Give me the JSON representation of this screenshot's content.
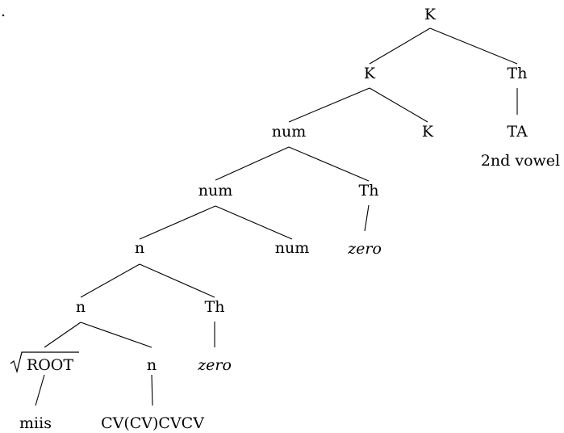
{
  "tree": {
    "marker": ".",
    "nodes": [
      {
        "id": "k_top",
        "label": "K"
      },
      {
        "id": "k_mid",
        "label": "K"
      },
      {
        "id": "th_top",
        "label": "Th"
      },
      {
        "id": "ta",
        "label": "TA"
      },
      {
        "id": "vowel",
        "label": "2nd vowel"
      },
      {
        "id": "num_top",
        "label": "num"
      },
      {
        "id": "k_low",
        "label": "K"
      },
      {
        "id": "num_mid",
        "label": "num"
      },
      {
        "id": "th_mid",
        "label": "Th"
      },
      {
        "id": "zero_mid",
        "label": "zero",
        "italic": true
      },
      {
        "id": "n_top",
        "label": "n"
      },
      {
        "id": "num_low",
        "label": "num"
      },
      {
        "id": "n_mid",
        "label": "n"
      },
      {
        "id": "th_low",
        "label": "Th"
      },
      {
        "id": "zero_low",
        "label": "zero",
        "italic": true
      },
      {
        "id": "root",
        "label": "ROOT",
        "radical": true
      },
      {
        "id": "n_low",
        "label": "n"
      },
      {
        "id": "miis",
        "label": "miis"
      },
      {
        "id": "cv",
        "label": "CV(CV)CVCV"
      }
    ],
    "edges": [
      [
        "k_top",
        "k_mid"
      ],
      [
        "k_top",
        "th_top"
      ],
      [
        "th_top",
        "ta"
      ],
      [
        "k_mid",
        "num_top"
      ],
      [
        "k_mid",
        "k_low"
      ],
      [
        "num_top",
        "num_mid"
      ],
      [
        "num_top",
        "th_mid"
      ],
      [
        "th_mid",
        "zero_mid"
      ],
      [
        "num_mid",
        "n_top"
      ],
      [
        "num_mid",
        "num_low"
      ],
      [
        "n_top",
        "n_mid"
      ],
      [
        "n_top",
        "th_low"
      ],
      [
        "th_low",
        "zero_low"
      ],
      [
        "n_mid",
        "root"
      ],
      [
        "n_mid",
        "n_low"
      ],
      [
        "root",
        "miis"
      ],
      [
        "n_low",
        "cv"
      ]
    ]
  }
}
